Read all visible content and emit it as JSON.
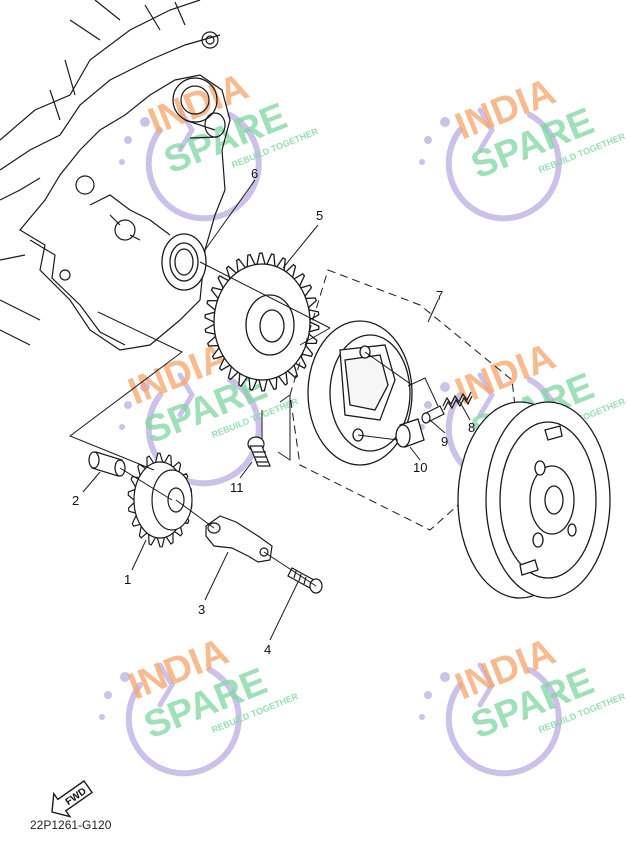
{
  "diagram": {
    "reference_code": "22P1261-G120",
    "direction_label": "FWD",
    "callouts": [
      {
        "id": "1",
        "label": "1",
        "part": "gear-1"
      },
      {
        "id": "2",
        "label": "2",
        "part": "pin-2"
      },
      {
        "id": "3",
        "label": "3",
        "part": "plate-3"
      },
      {
        "id": "4",
        "label": "4",
        "part": "bolt-4"
      },
      {
        "id": "5",
        "label": "5",
        "part": "gear-5"
      },
      {
        "id": "6",
        "label": "6",
        "part": "bearing-6"
      },
      {
        "id": "7",
        "label": "7",
        "part": "starter-clutch-assy-7"
      },
      {
        "id": "8",
        "label": "8",
        "part": "spring-8"
      },
      {
        "id": "9",
        "label": "9",
        "part": "plunger-9"
      },
      {
        "id": "10",
        "label": "10",
        "part": "roller-10"
      },
      {
        "id": "11",
        "label": "11",
        "part": "bolt-11"
      }
    ]
  },
  "watermark": {
    "line1": "INDIA",
    "line2": "SPARE",
    "tagline": "REBUILD TOGETHER",
    "colors": {
      "orange": "#f4a46a",
      "green": "#7fd6a0",
      "purple": "#c3b6e6"
    }
  },
  "colors": {
    "line": "#1a1a1a",
    "background": "#ffffff"
  }
}
